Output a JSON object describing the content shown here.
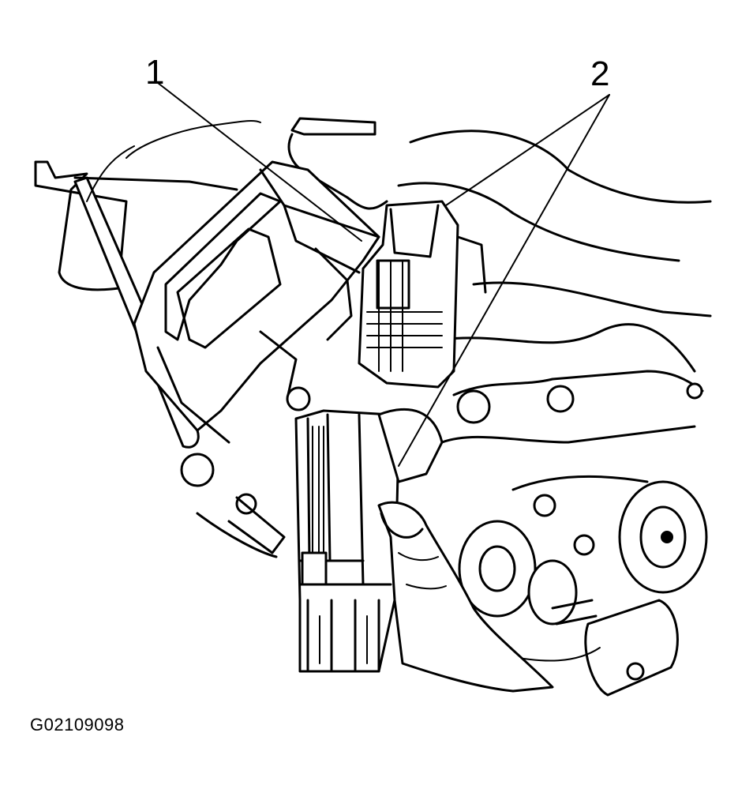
{
  "callouts": [
    {
      "label": "1"
    },
    {
      "label": "2"
    }
  ],
  "figure_id": "G02109098"
}
